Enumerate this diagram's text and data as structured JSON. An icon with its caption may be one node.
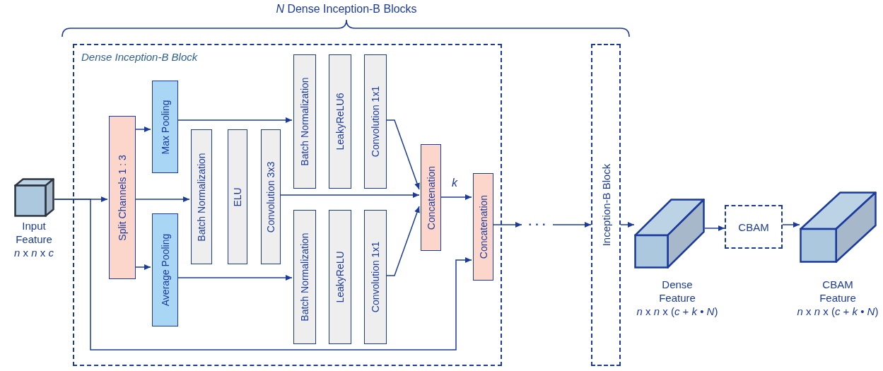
{
  "diagram": {
    "title": "*N* Dense Inception-B Blocks",
    "nodes": [
      {
        "text": [
          "Dense Inception-B Block"
        ]
      },
      {
        "text": [],
        "shape": "cube",
        "beside": [
          "Input Feature",
          "*n* x *n* x *c*"
        ]
      },
      {
        "text": [
          "Split Channels 1 : 3"
        ],
        "in": 0
      },
      {
        "text": [
          "Max Pooling"
        ],
        "in": 0
      },
      {
        "text": [
          "Average Pooling"
        ],
        "in": 0
      },
      {
        "text": [
          "Batch Normalization"
        ],
        "in": 0
      },
      {
        "text": [
          "ELU"
        ],
        "in": 0
      },
      {
        "text": [
          "Convolution 3x3"
        ],
        "in": 0
      },
      {
        "text": [
          "Batch Normalization"
        ],
        "in": 0
      },
      {
        "text": [
          "LeakyReLU6"
        ],
        "in": 0
      },
      {
        "text": [
          "Convolution 1x1"
        ],
        "in": 0
      },
      {
        "text": [
          "Batch Normalization"
        ],
        "in": 0
      },
      {
        "text": [
          "LeakyReLU"
        ],
        "in": 0
      },
      {
        "text": [
          "Convolution 1x1"
        ],
        "in": 0
      },
      {
        "text": [
          "Concatenation"
        ],
        "in": 0
      },
      {
        "text": [
          "Concatenation"
        ],
        "in": 0
      },
      {
        "text": [
          "· · ·"
        ]
      },
      {
        "text": [
          "Inception-B Block"
        ]
      },
      {
        "text": [],
        "shape": "cuboid",
        "beside": [
          "Dense Feature",
          "*n* x *n* x (*c* + *k* • *N*)"
        ]
      },
      {
        "text": [
          "CBAM"
        ]
      },
      {
        "text": [],
        "shape": "cuboid",
        "beside": [
          "CBAM Feature",
          "*n* x *n* x (*c* + *k* • *N*)"
        ]
      }
    ],
    "edges": [
      {
        "from": 1,
        "to": 2,
        "arrow": "to"
      },
      {
        "from": 1,
        "to": 15,
        "arrow": "to"
      },
      {
        "from": 2,
        "to": 3,
        "arrow": "to"
      },
      {
        "from": 2,
        "to": 5,
        "arrow": "to"
      },
      {
        "from": 2,
        "to": 4,
        "arrow": "to"
      },
      {
        "from": 3,
        "to": 8,
        "arrow": "to"
      },
      {
        "from": 7,
        "to": 14,
        "arrow": "to"
      },
      {
        "from": 10,
        "to": 14,
        "arrow": "to"
      },
      {
        "from": 4,
        "to": 11,
        "arrow": "to"
      },
      {
        "from": 13,
        "to": 14,
        "arrow": "to"
      },
      {
        "from": 14,
        "to": 15,
        "arrow": "to",
        "label": "*k*"
      },
      {
        "from": 15,
        "to": 16,
        "arrow": "to"
      },
      {
        "from": 16,
        "to": 17,
        "arrow": "to"
      },
      {
        "from": 17,
        "to": 18,
        "arrow": "to"
      },
      {
        "from": 18,
        "to": 19,
        "arrow": "to"
      },
      {
        "from": 19,
        "to": 20,
        "arrow": "to"
      }
    ]
  }
}
